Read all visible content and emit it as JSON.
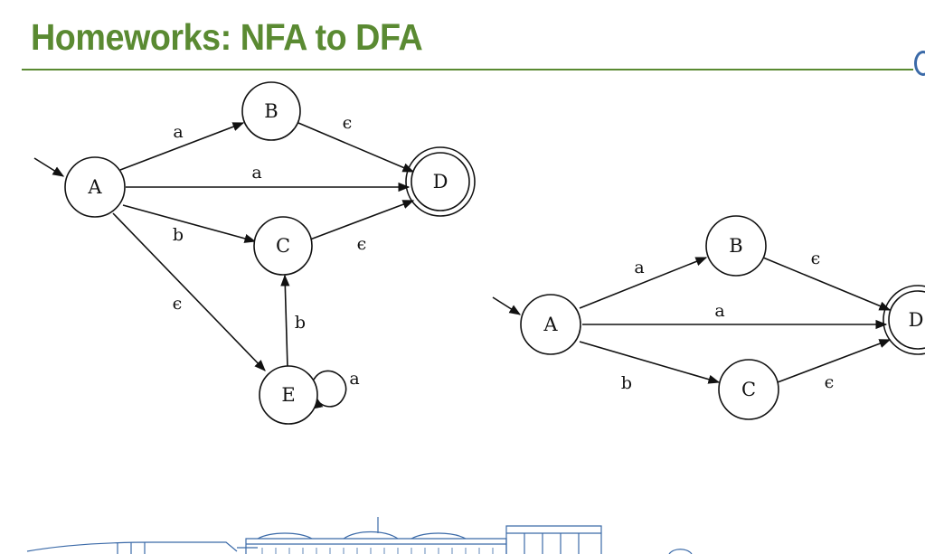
{
  "slide": {
    "title": "Homeworks: NFA to DFA"
  },
  "nfa": {
    "states": {
      "A": "A",
      "B": "B",
      "C": "C",
      "D": "D",
      "E": "E"
    },
    "edges": {
      "a_b": "a",
      "a_d": "a",
      "a_c": "b",
      "a_e": "ϵ",
      "b_d": "ϵ",
      "c_d": "ϵ",
      "e_c": "b",
      "e_e": "a"
    }
  },
  "dfa": {
    "states": {
      "A": "A",
      "B": "B",
      "C": "C",
      "D": "D"
    },
    "edges": {
      "a_b": "a",
      "a_d": "a",
      "a_c": "b",
      "b_d": "ϵ",
      "c_d": "ϵ"
    }
  },
  "colors": {
    "title": "#5a8a32",
    "rule": "#5a8a32",
    "ink": "#111111",
    "footer": "#3b6aa8"
  }
}
